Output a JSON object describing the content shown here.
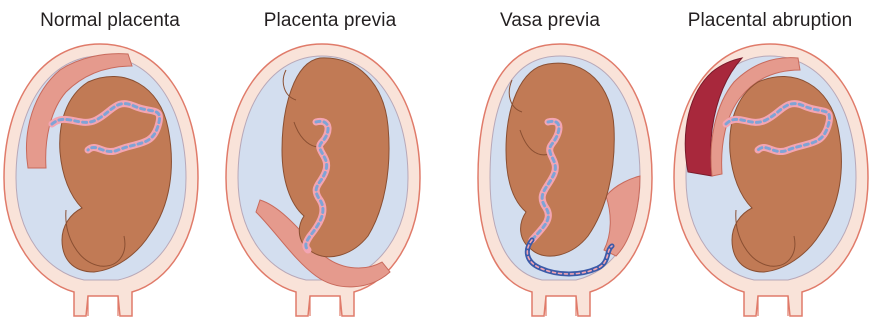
{
  "diagram": {
    "panels": [
      {
        "title": "Normal placenta"
      },
      {
        "title": "Placenta previa"
      },
      {
        "title": "Vasa previa"
      },
      {
        "title": "Placental abruption"
      }
    ]
  },
  "colors": {
    "uterus_wall": "#f9e3d9",
    "uterus_outline": "#e07b6a",
    "amniotic_fluid": "#d3deef",
    "fetus": "#c17a55",
    "fetus_outline": "#8a4f32",
    "placenta": "#e59a8d",
    "cord_pink": "#f3a5b3",
    "cord_blue": "#7fa4d6",
    "vessel_blue": "#3b5aa8",
    "abruption_blood": "#a8283c"
  }
}
